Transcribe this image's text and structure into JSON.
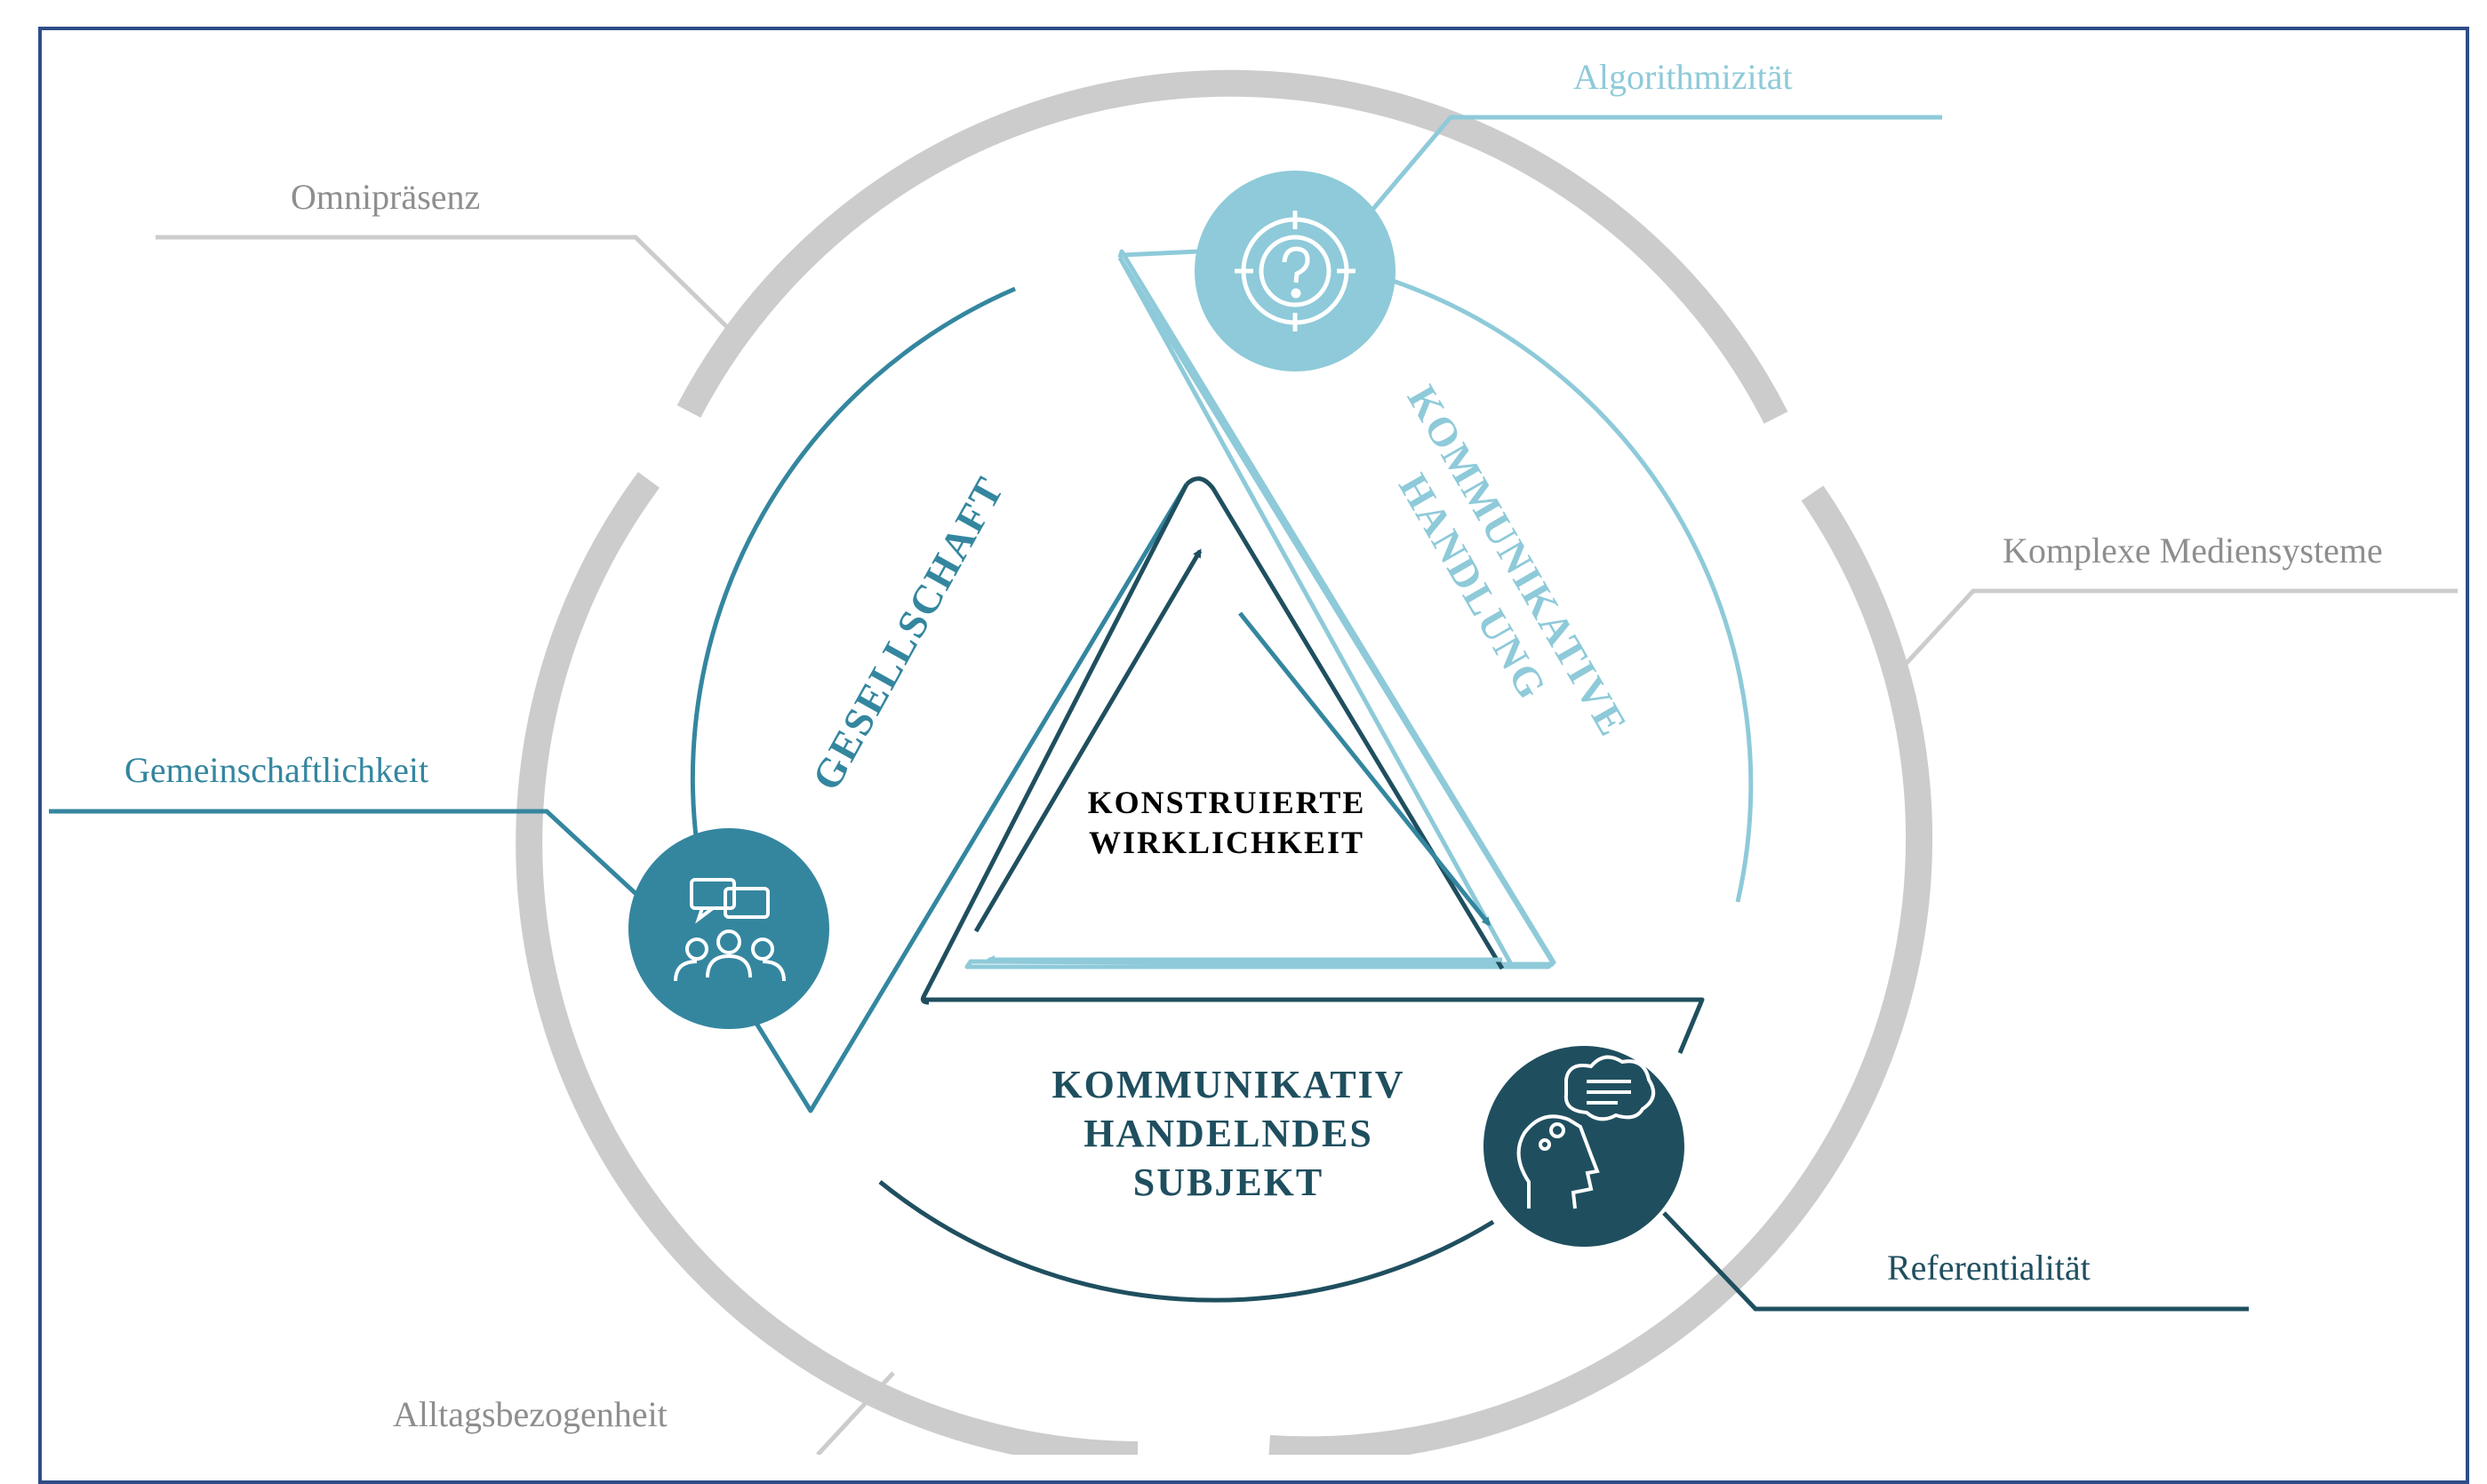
{
  "outer_labels": {
    "omnipraesenz": "Omnipräsenz",
    "algorithmizitaet": "Algorithmizität",
    "komplexe_mediensysteme": "Komplexe Mediensysteme",
    "gemeinschaftlichkeit": "Gemeinschaftlichkeit",
    "referentialitaet": "Referentialität",
    "alltagsbezogenheit": "Alltagsbezogenheit"
  },
  "segments": {
    "gesellschaft": "GESELLSCHAFT",
    "kommunikative_line1": "KOMMUNIKATIVE",
    "kommunikative_line2": "HANDLUNG",
    "subjekt_line1": "KOMMUNIKATIV",
    "subjekt_line2": "HANDELNDES",
    "subjekt_line3": "SUBJEKT"
  },
  "center": {
    "line1": "KONSTRUIERTE",
    "line2": "WIRKLICHKEIT"
  },
  "icons": {
    "algorithm": "target-question-icon",
    "community": "group-chat-icon",
    "subject": "head-thought-icon"
  },
  "colors": {
    "light_blue": "#8ecad9",
    "mid_blue": "#34869f",
    "dark_teal": "#1f4f5f",
    "grey_ring": "#cccccc",
    "grey_text": "#8e8e8e",
    "frame": "#2e4d87"
  }
}
